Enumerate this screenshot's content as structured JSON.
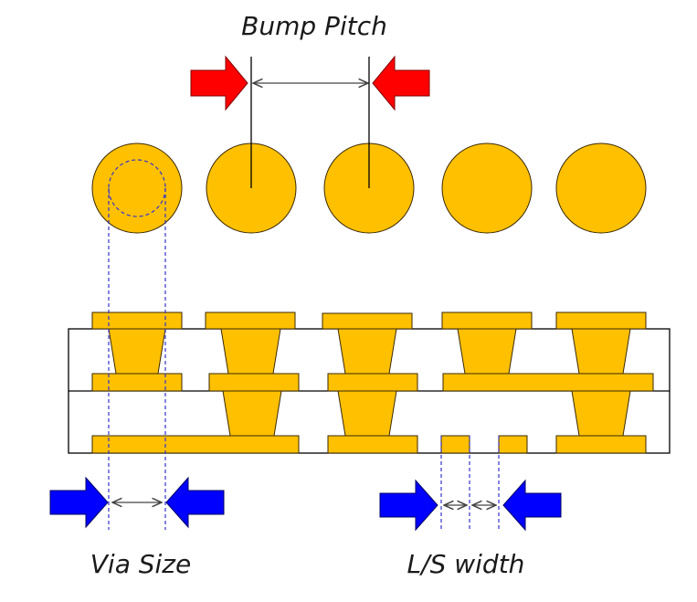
{
  "labels": {
    "bump_pitch": "Bump Pitch",
    "via_size": "Via Size",
    "ls_width": "L/S width"
  },
  "colors": {
    "pad_fill": "#FFC000",
    "pad_stroke": "#3a2a00",
    "pitch_arrow": "#FF0000",
    "dimension_arrow": "#0000FF",
    "guide_line": "#3333CC",
    "outline": "#000000",
    "dimension_line": "#444444"
  },
  "icons": {
    "pitch_markers": "red-arrow-icon",
    "size_markers": "blue-arrow-icon"
  }
}
